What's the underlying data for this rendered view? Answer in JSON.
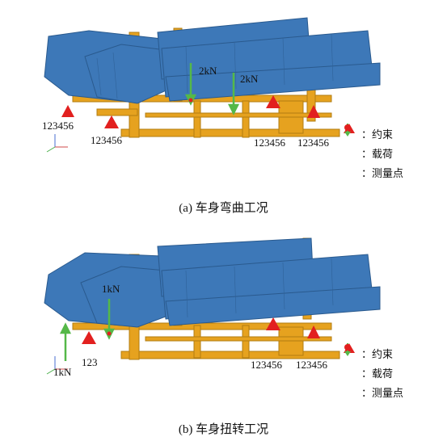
{
  "panels": [
    {
      "id": "a",
      "caption": "(a)  车身弯曲工况",
      "constraint_labels": [
        "123456",
        "123456",
        "123456",
        "123456"
      ],
      "load_labels": [
        "2kN",
        "2kN"
      ]
    },
    {
      "id": "b",
      "caption": "(b)  车身扭转工况",
      "constraint_labels": [
        "123",
        "123456",
        "123456"
      ],
      "load_labels": [
        "1kN",
        "1kN"
      ]
    }
  ],
  "legend": {
    "constraint": "：约束",
    "load": "：载荷",
    "measure_point": "：测量点"
  },
  "colors": {
    "body_blue": "#3d78b8",
    "frame_orange": "#e6a21f",
    "constraint_red": "#e2201f",
    "load_green": "#55b848"
  }
}
